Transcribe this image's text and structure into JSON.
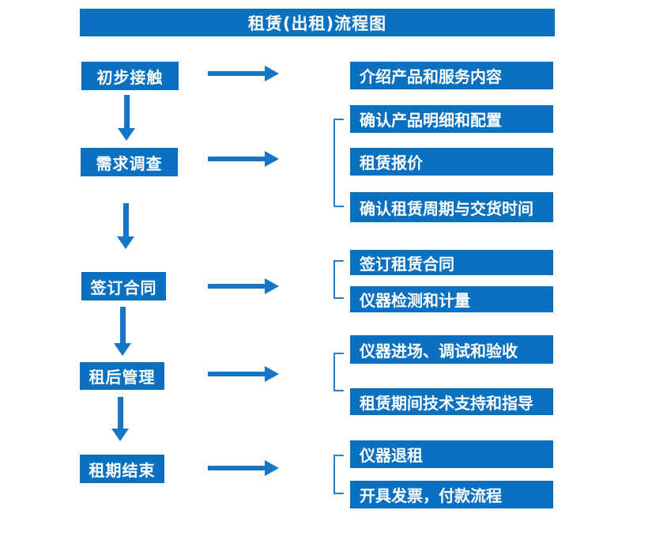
{
  "title": "租赁(出租)流程图",
  "colors": {
    "box_blue": "#0a70c0",
    "arrow_blue": "#1576c8",
    "bracket_blue": "#2f7dc4",
    "text_white": "#ffffff",
    "background": "#ffffff"
  },
  "flow": [
    {
      "step": "初步接触",
      "details": [
        "介绍产品和服务内容"
      ]
    },
    {
      "step": "需求调查",
      "details": [
        "确认产品明细和配置",
        "租赁报价",
        "确认租赁周期与交货时间"
      ]
    },
    {
      "step": "签订合同",
      "details": [
        "签订租赁合同",
        "仪器检测和计量"
      ]
    },
    {
      "step": "租后管理",
      "details": [
        "仪器进场、调试和验收",
        "租赁期间技术支持和指导"
      ]
    },
    {
      "step": "租期结束",
      "details": [
        "仪器退租",
        "开具发票，付款流程"
      ]
    }
  ]
}
